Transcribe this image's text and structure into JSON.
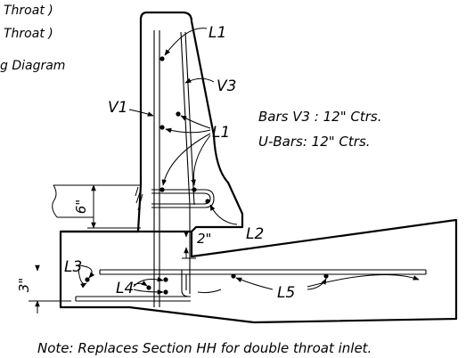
{
  "notes_top": {
    "line1": "Throat )",
    "line2": "Throat )",
    "line3": "g Diagram"
  },
  "labels": {
    "L1_top": "L1",
    "L1_mid": "L1",
    "V1": "V1",
    "V3": "V3",
    "L2": "L2",
    "L3": "L3",
    "L4": "L4",
    "L5": "L5"
  },
  "spacing_notes": {
    "bars_v3": "Bars V3 : 12\" Ctrs.",
    "u_bars": "U-Bars: 12\" Ctrs."
  },
  "dimensions": {
    "six_inch": "6\"",
    "two_inch": "2\"",
    "three_inch": "3\""
  },
  "footer_note": "Note: Replaces Section HH for double throat inlet."
}
